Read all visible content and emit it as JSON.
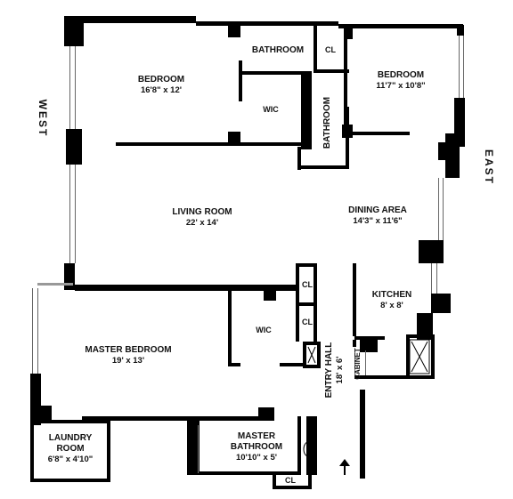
{
  "compass": {
    "west": "WEST",
    "east": "EAST"
  },
  "rooms": {
    "bedroom_left": {
      "name": "BEDROOM",
      "dims": "16'8\" x 12'"
    },
    "bathroom_top": {
      "name": "BATHROOM"
    },
    "cl_top": {
      "name": "CL"
    },
    "bedroom_right": {
      "name": "BEDROOM",
      "dims": "11'7\" x 10'8\""
    },
    "wic_top": {
      "name": "WIC"
    },
    "bathroom_vertical": {
      "name": "BATHROOM"
    },
    "living_room": {
      "name": "LIVING ROOM",
      "dims": "22' x 14'"
    },
    "dining_area": {
      "name": "DINING AREA",
      "dims": "14'3\" x 11'6\""
    },
    "cl_hall_upper": {
      "name": "CL"
    },
    "cl_hall_lower": {
      "name": "CL"
    },
    "kitchen": {
      "name": "KITCHEN",
      "dims": "8' x 8'"
    },
    "wic_master": {
      "name": "WIC"
    },
    "master_bedroom": {
      "name": "MASTER BEDROOM",
      "dims": "19' x 13'"
    },
    "entry_hall": {
      "name": "ENTRY HALL",
      "dims": "18' x 6'"
    },
    "cabinet": {
      "name": "CABINET"
    },
    "laundry_room": {
      "name": "LAUNDRY",
      "name2": "ROOM",
      "dims": "6'8\" x 4'10\""
    },
    "master_bathroom": {
      "name": "MASTER",
      "name2": "BATHROOM",
      "dims": "10'10\" x 5'"
    },
    "cl_bottom": {
      "name": "CL"
    }
  }
}
